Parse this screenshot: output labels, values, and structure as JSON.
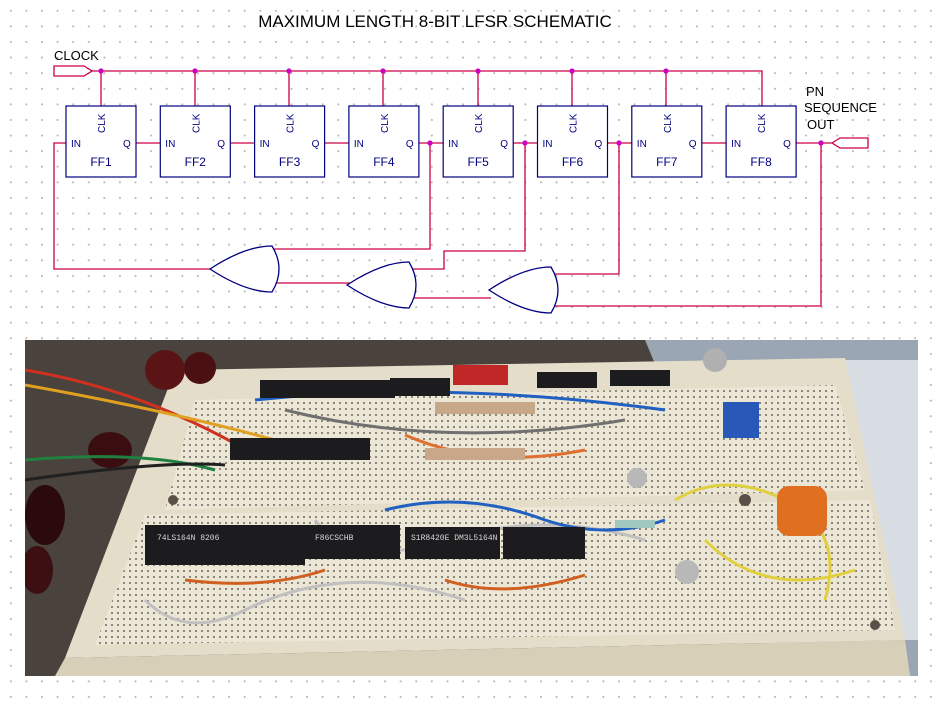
{
  "title": "MAXIMUM LENGTH 8-BIT LFSR SCHEMATIC",
  "clock_label": "CLOCK",
  "output_label": {
    "line1": "PN",
    "line2": "SEQUENCE",
    "line3": "OUT"
  },
  "pins": {
    "in": "IN",
    "clk": "CLK",
    "q": "Q"
  },
  "flip_flops": [
    "FF1",
    "FF2",
    "FF3",
    "FF4",
    "FF5",
    "FF6",
    "FF7",
    "FF8"
  ],
  "chips": {
    "chip1": "74LS164N 8206",
    "chip2": "F86CSCHB",
    "chip3": "S1R8420E DM3L5164N",
    "chip4": ""
  },
  "colors": {
    "wire": "#cc0044",
    "component": "#000080",
    "junction": "#d000c0"
  }
}
